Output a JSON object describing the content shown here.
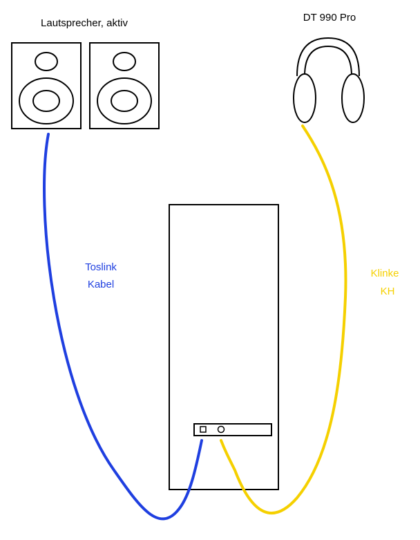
{
  "labels": {
    "speakers": "Lautsprecher, aktiv",
    "headphones": "DT 990 Pro",
    "toslink_line1": "Toslink",
    "toslink_line2": "Kabel",
    "klinke_line1": "Klinke",
    "klinke_line2": "KH"
  },
  "colors": {
    "toslink_cable": "#1f3fe0",
    "klinke_cable": "#f5d000",
    "outline": "#000000",
    "background": "#ffffff"
  }
}
